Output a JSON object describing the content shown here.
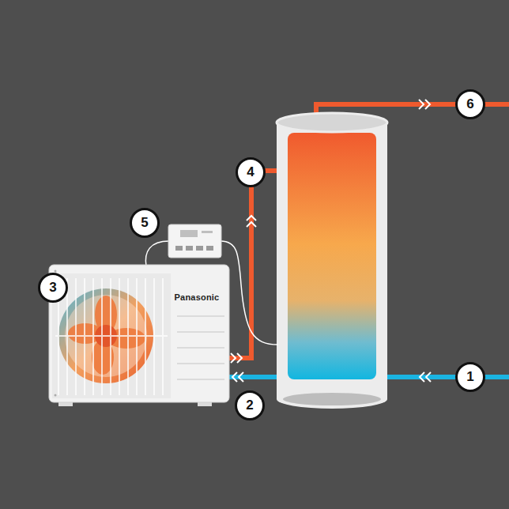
{
  "diagram": {
    "labels": [
      "1",
      "2",
      "3",
      "4",
      "5",
      "6",
      "Panasonic"
    ]
  }
}
